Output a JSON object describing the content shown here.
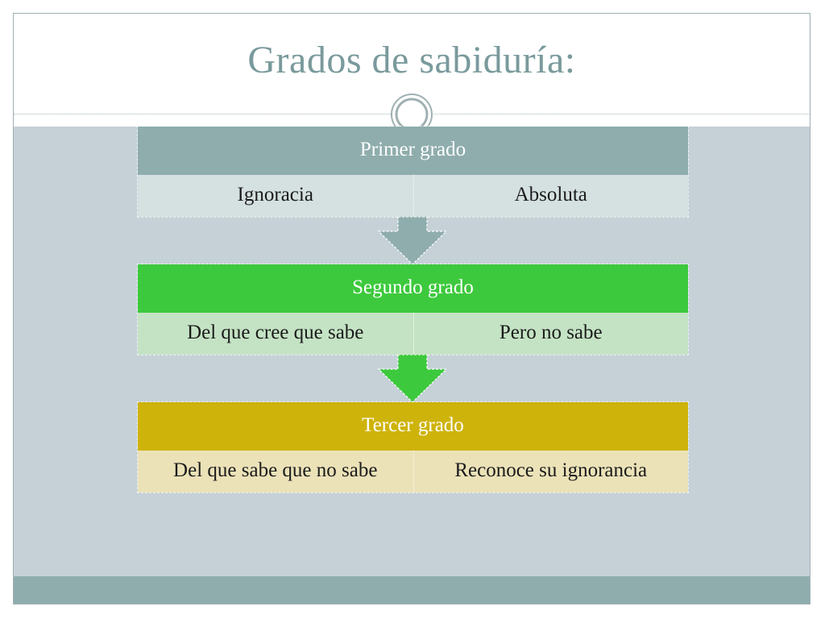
{
  "title": "Grados de sabiduría:",
  "colors": {
    "title_text": "#7a9a9c",
    "content_background": "#c5d1d7",
    "footer_bar": "#8fadad",
    "level1_header": "#8fadad",
    "level1_row": "#d5e0e0",
    "level2_header": "#3dc93d",
    "level2_row": "#c4e3c4",
    "level3_header": "#ceb30a",
    "level3_row": "#ebe2b8"
  },
  "levels": [
    {
      "header": "Primer grado",
      "left": "Ignoracia",
      "right": "Absoluta"
    },
    {
      "header": "Segundo grado",
      "left": "Del que cree que sabe",
      "right": "Pero no sabe"
    },
    {
      "header": "Tercer grado",
      "left": "Del que sabe que no sabe",
      "right": "Reconoce su ignorancia"
    }
  ],
  "connectors": [
    {
      "icon": "down-arrow-icon",
      "color": "#8fadad"
    },
    {
      "icon": "down-arrow-icon",
      "color": "#3dc93d"
    }
  ],
  "ornament_icon": "double-ring-icon"
}
